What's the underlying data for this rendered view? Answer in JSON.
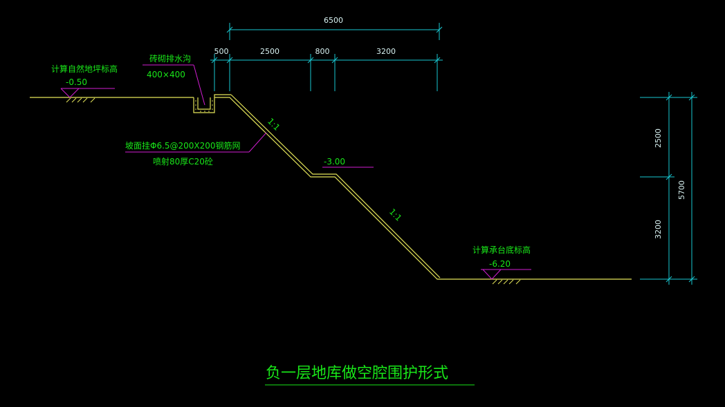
{
  "colors": {
    "background": "#000000",
    "ground": "#e6e65a",
    "dimension": "#19c8d2",
    "dimension_text": "#d8f2f2",
    "label": "#19e619",
    "leader": "#d21ed2"
  },
  "title": "负一层地库做空腔围护形式",
  "dimensions_top": {
    "total": "6500",
    "seg_500": "500",
    "seg_2500": "2500",
    "seg_800": "800",
    "seg_3200": "3200"
  },
  "dimensions_right": {
    "upper": "2500",
    "lower": "3200",
    "total": "5700"
  },
  "labels": {
    "natural_ground_title": "计算自然地坪标高",
    "natural_ground_elev": "-0.50",
    "drain_title": "砖砌排水沟",
    "drain_size": "400×400",
    "slope_upper": "1:1",
    "slope_lower": "1:1",
    "protection_line1": "坡面挂Φ6.5@200X200钢筋网",
    "protection_line2": "喷射80厚C20砼",
    "berm_elev": "-3.00",
    "pit_bottom_title": "计算承台底标高",
    "pit_bottom_elev": "-6.20"
  }
}
